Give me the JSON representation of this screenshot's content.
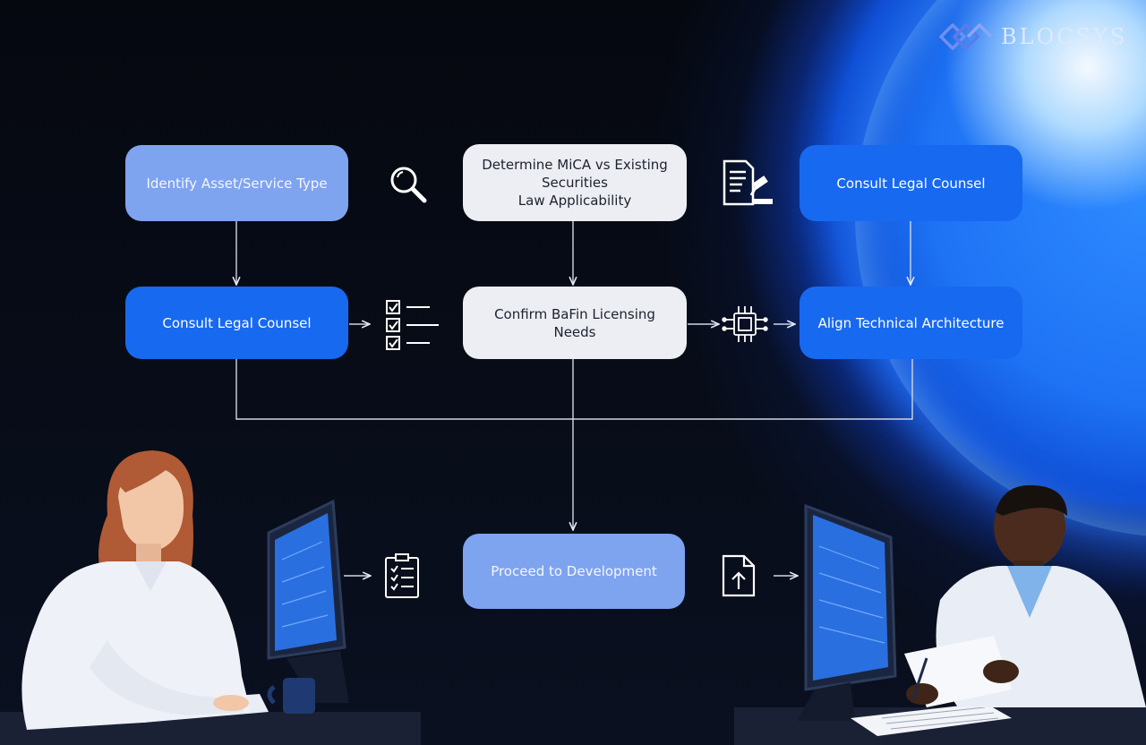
{
  "brand": {
    "name": "BLOCSYS"
  },
  "nodes": {
    "identify": "Identify Asset/Service Type",
    "determine": [
      "Determine MiCA vs Existing",
      "Securities",
      "Law Applicability"
    ],
    "consult_top": "Consult Legal Counsel",
    "consult_mid": "Consult Legal Counsel",
    "confirm": [
      "Confirm BaFin Licensing",
      "Needs"
    ],
    "align": "Align Technical Architecture",
    "proceed": "Proceed to Development"
  },
  "icons": [
    "magnifier-icon",
    "legal-document-gavel-icon",
    "checklist-icon",
    "chip-icon",
    "clipboard-checklist-icon",
    "upload-document-icon"
  ],
  "colors": {
    "light_node": "#7ea3ef",
    "blue_node": "#1769f0",
    "white_node": "#eceef3",
    "background": "#070b16",
    "accent_glow": "#2f8cff"
  }
}
